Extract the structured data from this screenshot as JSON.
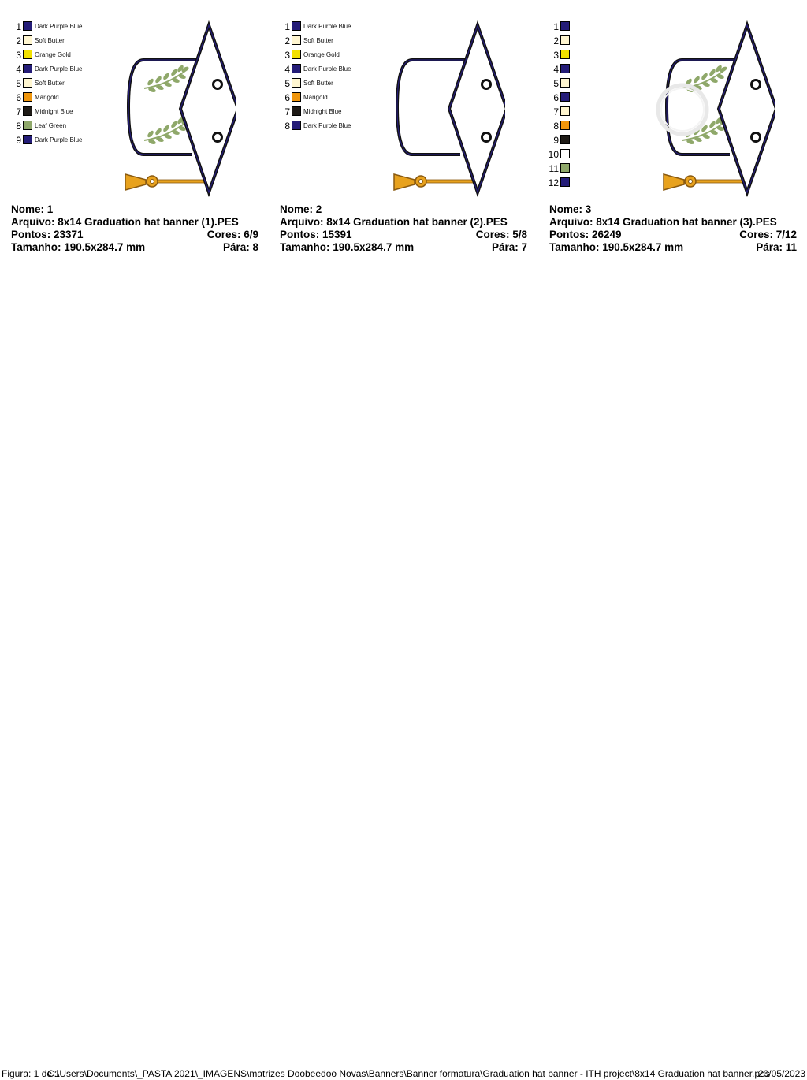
{
  "designs": [
    {
      "legend": [
        {
          "num": "1",
          "color": "#241c78",
          "name": "Dark Purple Blue"
        },
        {
          "num": "2",
          "color": "#fff6d0",
          "name": "Soft Butter"
        },
        {
          "num": "3",
          "color": "#f2e100",
          "name": "Orange Gold"
        },
        {
          "num": "4",
          "color": "#241c78",
          "name": "Dark Purple Blue"
        },
        {
          "num": "5",
          "color": "#fff6d0",
          "name": "Soft Butter"
        },
        {
          "num": "6",
          "color": "#f0960c",
          "name": "Marigold"
        },
        {
          "num": "7",
          "color": "#1e1a16",
          "name": "Midnight Blue"
        },
        {
          "num": "8",
          "color": "#8fa86a",
          "name": "Leaf Green"
        },
        {
          "num": "9",
          "color": "#241c78",
          "name": "Dark Purple Blue"
        }
      ],
      "nome": "Nome: 1",
      "arquivo": "Arquivo: 8x14 Graduation hat banner (1).PES",
      "pontos": "Pontos: 23371",
      "cores": "Cores: 6/9",
      "tamanho": "Tamanho: 190.5x284.7 mm",
      "para": "Pára: 8"
    },
    {
      "legend": [
        {
          "num": "1",
          "color": "#241c78",
          "name": "Dark Purple Blue"
        },
        {
          "num": "2",
          "color": "#fff6d0",
          "name": "Soft Butter"
        },
        {
          "num": "3",
          "color": "#f2e100",
          "name": "Orange Gold"
        },
        {
          "num": "4",
          "color": "#241c78",
          "name": "Dark Purple Blue"
        },
        {
          "num": "5",
          "color": "#fff6d0",
          "name": "Soft Butter"
        },
        {
          "num": "6",
          "color": "#f0960c",
          "name": "Marigold"
        },
        {
          "num": "7",
          "color": "#1e1a16",
          "name": "Midnight Blue"
        },
        {
          "num": "8",
          "color": "#241c78",
          "name": "Dark Purple Blue"
        }
      ],
      "nome": "Nome: 2",
      "arquivo": "Arquivo: 8x14 Graduation hat banner (2).PES",
      "pontos": "Pontos: 15391",
      "cores": "Cores: 5/8",
      "tamanho": "Tamanho: 190.5x284.7 mm",
      "para": "Pára: 7"
    },
    {
      "legend": [
        {
          "num": "1",
          "color": "#241c78",
          "name": ""
        },
        {
          "num": "2",
          "color": "#fff6d0",
          "name": ""
        },
        {
          "num": "3",
          "color": "#f2e100",
          "name": ""
        },
        {
          "num": "4",
          "color": "#241c78",
          "name": ""
        },
        {
          "num": "5",
          "color": "#fff6d0",
          "name": ""
        },
        {
          "num": "6",
          "color": "#241c78",
          "name": ""
        },
        {
          "num": "7",
          "color": "#fff6d0",
          "name": ""
        },
        {
          "num": "8",
          "color": "#f0960c",
          "name": ""
        },
        {
          "num": "9",
          "color": "#1e1a16",
          "name": ""
        },
        {
          "num": "10",
          "color": "#ffffff",
          "name": ""
        },
        {
          "num": "11",
          "color": "#8fa86a",
          "name": ""
        },
        {
          "num": "12",
          "color": "#241c78",
          "name": ""
        }
      ],
      "nome": "Nome: 3",
      "arquivo": "Arquivo: 8x14 Graduation hat banner (3).PES",
      "pontos": "Pontos: 26249",
      "cores": "Cores: 7/12",
      "tamanho": "Tamanho: 190.5x284.7 mm",
      "para": "Pára: 11"
    }
  ],
  "artwork": {
    "outline_color": "#241c78",
    "leaf_color": "#8fa86a",
    "tassel_color": "#e8a21e",
    "tassel_outline": "#8a5a10",
    "circle_color": "#e8e8e8",
    "variants": [
      {
        "leaves": true,
        "circle": false
      },
      {
        "leaves": false,
        "circle": false
      },
      {
        "leaves": true,
        "circle": true
      }
    ]
  },
  "footer": {
    "label": "Figura: 1 de 1",
    "path": "C:\\Users\\Documents\\_PASTA 2021\\_IMAGENS\\matrizes Doobeedoo Novas\\Banners\\Banner formatura\\Graduation hat banner - ITH project\\8x14 Graduation hat banner.pes",
    "date": "20/05/2023"
  }
}
